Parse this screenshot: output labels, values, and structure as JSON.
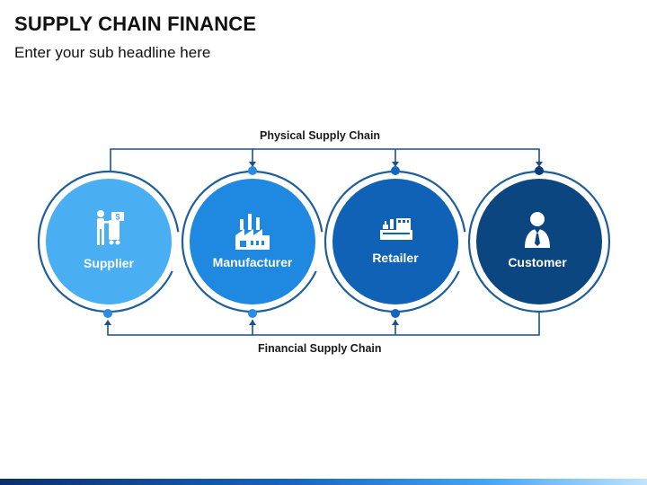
{
  "title": "SUPPLY CHAIN FINANCE",
  "subtitle": "Enter your sub headline here",
  "physical_label": "Physical Supply Chain",
  "financial_label": "Financial Supply Chain",
  "nodes": [
    {
      "label": "Supplier",
      "icon": "supplier-icon",
      "color": "#4aaef2"
    },
    {
      "label": "Manufacturer",
      "icon": "factory-icon",
      "color": "#1f88e0"
    },
    {
      "label": "Retailer",
      "icon": "store-icon",
      "color": "#0f62b5"
    },
    {
      "label": "Customer",
      "icon": "businessman-icon",
      "color": "#0b4680"
    }
  ],
  "colors": {
    "line": "#1f4f8a",
    "dot": "#2a8be0",
    "dot_dark": "#0b3c75",
    "ring_stroke": "#1f5e99"
  }
}
